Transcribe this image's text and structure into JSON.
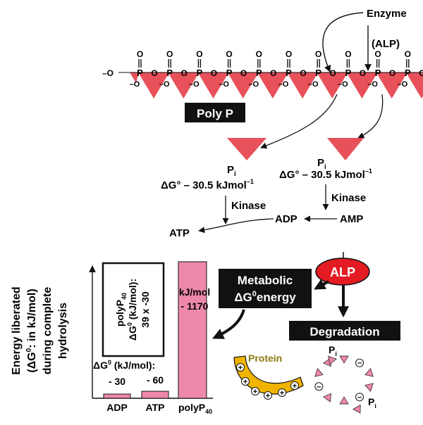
{
  "colors": {
    "triangle": "#E8505A",
    "bar": "#EE88AA",
    "alp": "#E31B23",
    "protein": "#F0B400",
    "label_bg": "#111111",
    "small_triangle": "#EE88AA"
  },
  "labels": {
    "enzyme": "Enzyme",
    "alp_paren": "(ALP)",
    "polyp": "Poly P",
    "pi": "P",
    "pi_sub": "i",
    "dg_text": "ΔG° – 30.5 kJmol",
    "dg_sup": "–1",
    "kinase": "Kinase",
    "adp": "ADP",
    "amp": "AMP",
    "atp": "ATP",
    "phos_o": "O",
    "phos_p": "P",
    "end_left": "–O",
    "end_right": "O",
    "minus": "–",
    "metabolic_line1": "Metabolic",
    "metabolic_line2": "ΔG",
    "metabolic_sup": "0",
    "metabolic_rest": "energy",
    "alp": "ALP",
    "degradation": "Degradation",
    "protein": "Protein",
    "plus": "+",
    "ominus": "−"
  },
  "chart": {
    "ylabel_line1": "Energy liberated",
    "ylabel_line2": "(ΔG",
    "ylabel_line2_sup": "0",
    "ylabel_line2_rest": ": in kJ/mol)",
    "ylabel_line3": "during complete",
    "ylabel_line4": "hydrolysis",
    "box_line1": "polyP",
    "box_line1_sub": "40",
    "box_line2": "ΔG",
    "box_line2_sup": "0",
    "box_line2_rest": " (kJ/mol):",
    "box_line3": "39 x -30",
    "dg_header": "ΔG",
    "dg_header_sup": "0",
    "dg_header_rest": " (kJ/mol):",
    "polyp_label1": "kJ/mol",
    "polyp_label2": "- 1170",
    "xlabel_polyp": "polyP",
    "xlabel_polyp_sub": "40"
  },
  "chart_data": {
    "type": "bar",
    "categories": [
      "ADP",
      "ATP",
      "polyP40"
    ],
    "values": [
      30,
      60,
      1170
    ],
    "value_labels": [
      "- 30",
      "- 60",
      "- 1170"
    ],
    "ylim": [
      0,
      1170
    ]
  }
}
